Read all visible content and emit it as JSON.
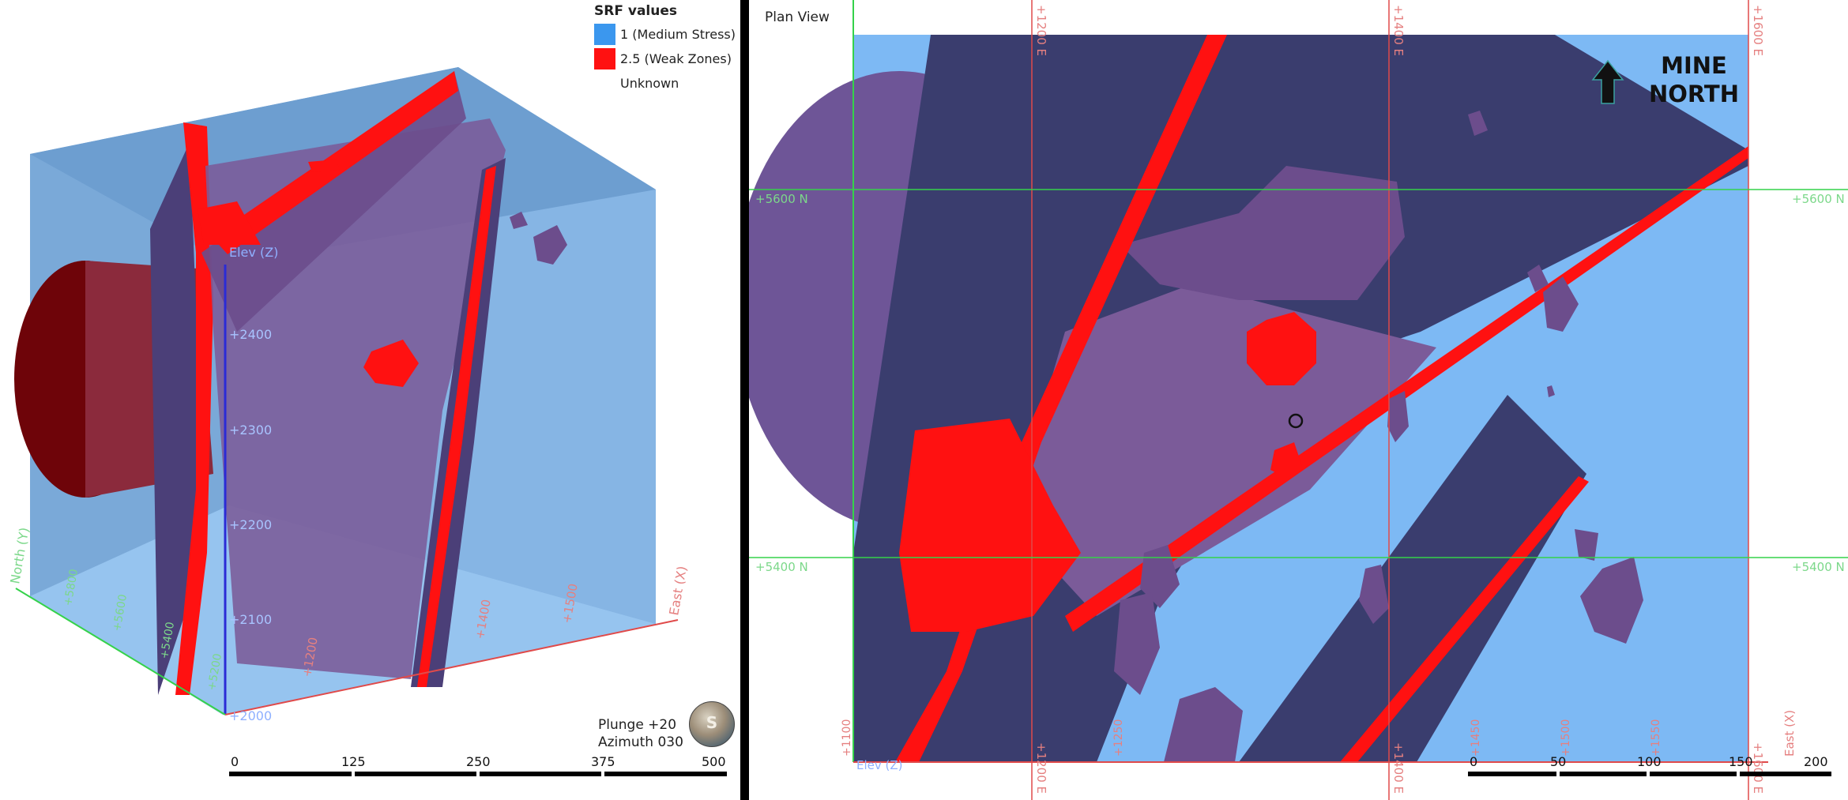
{
  "legend": {
    "title": "SRF values",
    "items": [
      {
        "label": "1 (Medium Stress)",
        "color": "#3b97ee"
      },
      {
        "label": "2.5 (Weak Zones)",
        "color": "#ff1111"
      },
      {
        "label": "Unknown",
        "color": ""
      }
    ]
  },
  "view3d": {
    "z_axis_label": "Elev (Z)",
    "z_ticks": [
      "+2400",
      "+2300",
      "+2200",
      "+2100",
      "+2000"
    ],
    "x_axis_label": "East (X)",
    "x_ticks": [
      "+1200",
      "+1400",
      "+1500"
    ],
    "y_axis_label": "North (Y)",
    "y_ticks": [
      "+5800",
      "+5600",
      "+5400",
      "+5200"
    ],
    "orientation": {
      "plunge": "Plunge +20",
      "azimuth": "Azimuth 030"
    },
    "scale": [
      "0",
      "125",
      "250",
      "375",
      "500"
    ],
    "compass_letter": "S"
  },
  "plan": {
    "title": "Plan View",
    "mine_north": [
      "MINE",
      "NORTH"
    ],
    "top_ticks": [
      "+1200 E",
      "+1400 E",
      "+1600 E"
    ],
    "bottom_ticks": [
      "+1200 E",
      "+1400 E",
      "+1600 E"
    ],
    "minor_ticks": [
      "+1100",
      "+1250",
      "+1450",
      "+1500",
      "+1550"
    ],
    "north_ticks_left": [
      "+5600 N",
      "+5400 N"
    ],
    "north_ticks_right": [
      "+5600 N",
      "+5400 N"
    ],
    "elev_label": "Elev (Z)",
    "east_label": "East (X)",
    "scale": [
      "0",
      "50",
      "100",
      "150",
      "200"
    ]
  },
  "colors": {
    "model_blue": "#7db9f4",
    "box_blue": "#6f9fcf",
    "dark_navy": "#3a3d6e",
    "purple": "#7b5b99",
    "weak_red": "#ff1111",
    "dark_red": "#6e0409",
    "grid_green": "#35d24a",
    "grid_red": "#e04a4a"
  }
}
